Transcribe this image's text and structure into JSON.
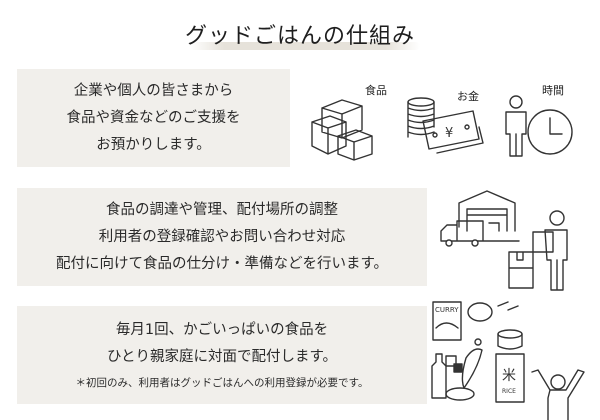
{
  "title": "グッドごはんの仕組み",
  "step1": {
    "lines": [
      "企業や個人の皆さまから",
      "食品や資金などのご支援を",
      "お預かりします。"
    ],
    "icons": [
      {
        "label": "食品",
        "icon": "cardboard-boxes-icon"
      },
      {
        "label": "お金",
        "icon": "coins-and-yen-bill-icon"
      },
      {
        "label": "時間",
        "icon": "person-with-clock-icon"
      }
    ]
  },
  "step2": {
    "lines": [
      "食品の調達や管理、配付場所の調整",
      "利用者の登録確認やお問い合わせ対応",
      "配付に向けて食品の仕分け・準備などを行います。"
    ],
    "icons": [
      "warehouse-truck-icon",
      "person-carrying-box-icon"
    ]
  },
  "step3": {
    "lines": [
      "毎月1回、かごいっぱいの食品を",
      "ひとり親家庭に対面で配付します。"
    ],
    "note": "＊初回のみ、利用者はグッドごはんへの利用登録が必要です。",
    "icons": [
      "food-assortment-icon",
      "cheering-person-icon"
    ],
    "food_labels": {
      "curry": "CURRY",
      "rice_symbol": "米",
      "rice": "RICE",
      "yen": "¥"
    }
  }
}
